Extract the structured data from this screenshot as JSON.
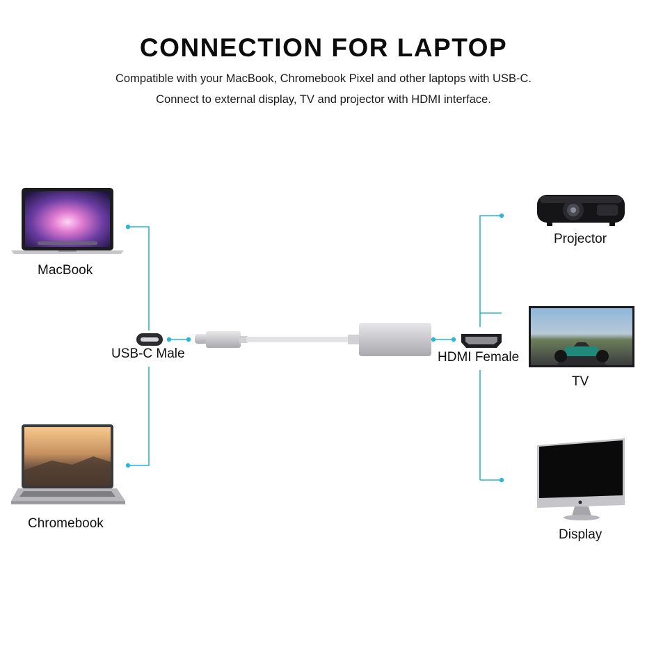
{
  "header": {
    "title": "CONNECTION FOR LAPTOP",
    "line1": "Compatible with your MacBook, Chromebook Pixel and other laptops with USB-C.",
    "line2": "Connect to external display, TV and projector with HDMI interface."
  },
  "left": {
    "macbook_label": "MacBook",
    "chromebook_label": "Chromebook",
    "port_label": "USB-C Male"
  },
  "right": {
    "port_label": "HDMI Female",
    "projector_label": "Projector",
    "tv_label": "TV",
    "display_label": "Display"
  },
  "colors": {
    "accent": "#29b6d8",
    "cable": "#dcdcdc",
    "adapter": "#c9c9c9"
  }
}
